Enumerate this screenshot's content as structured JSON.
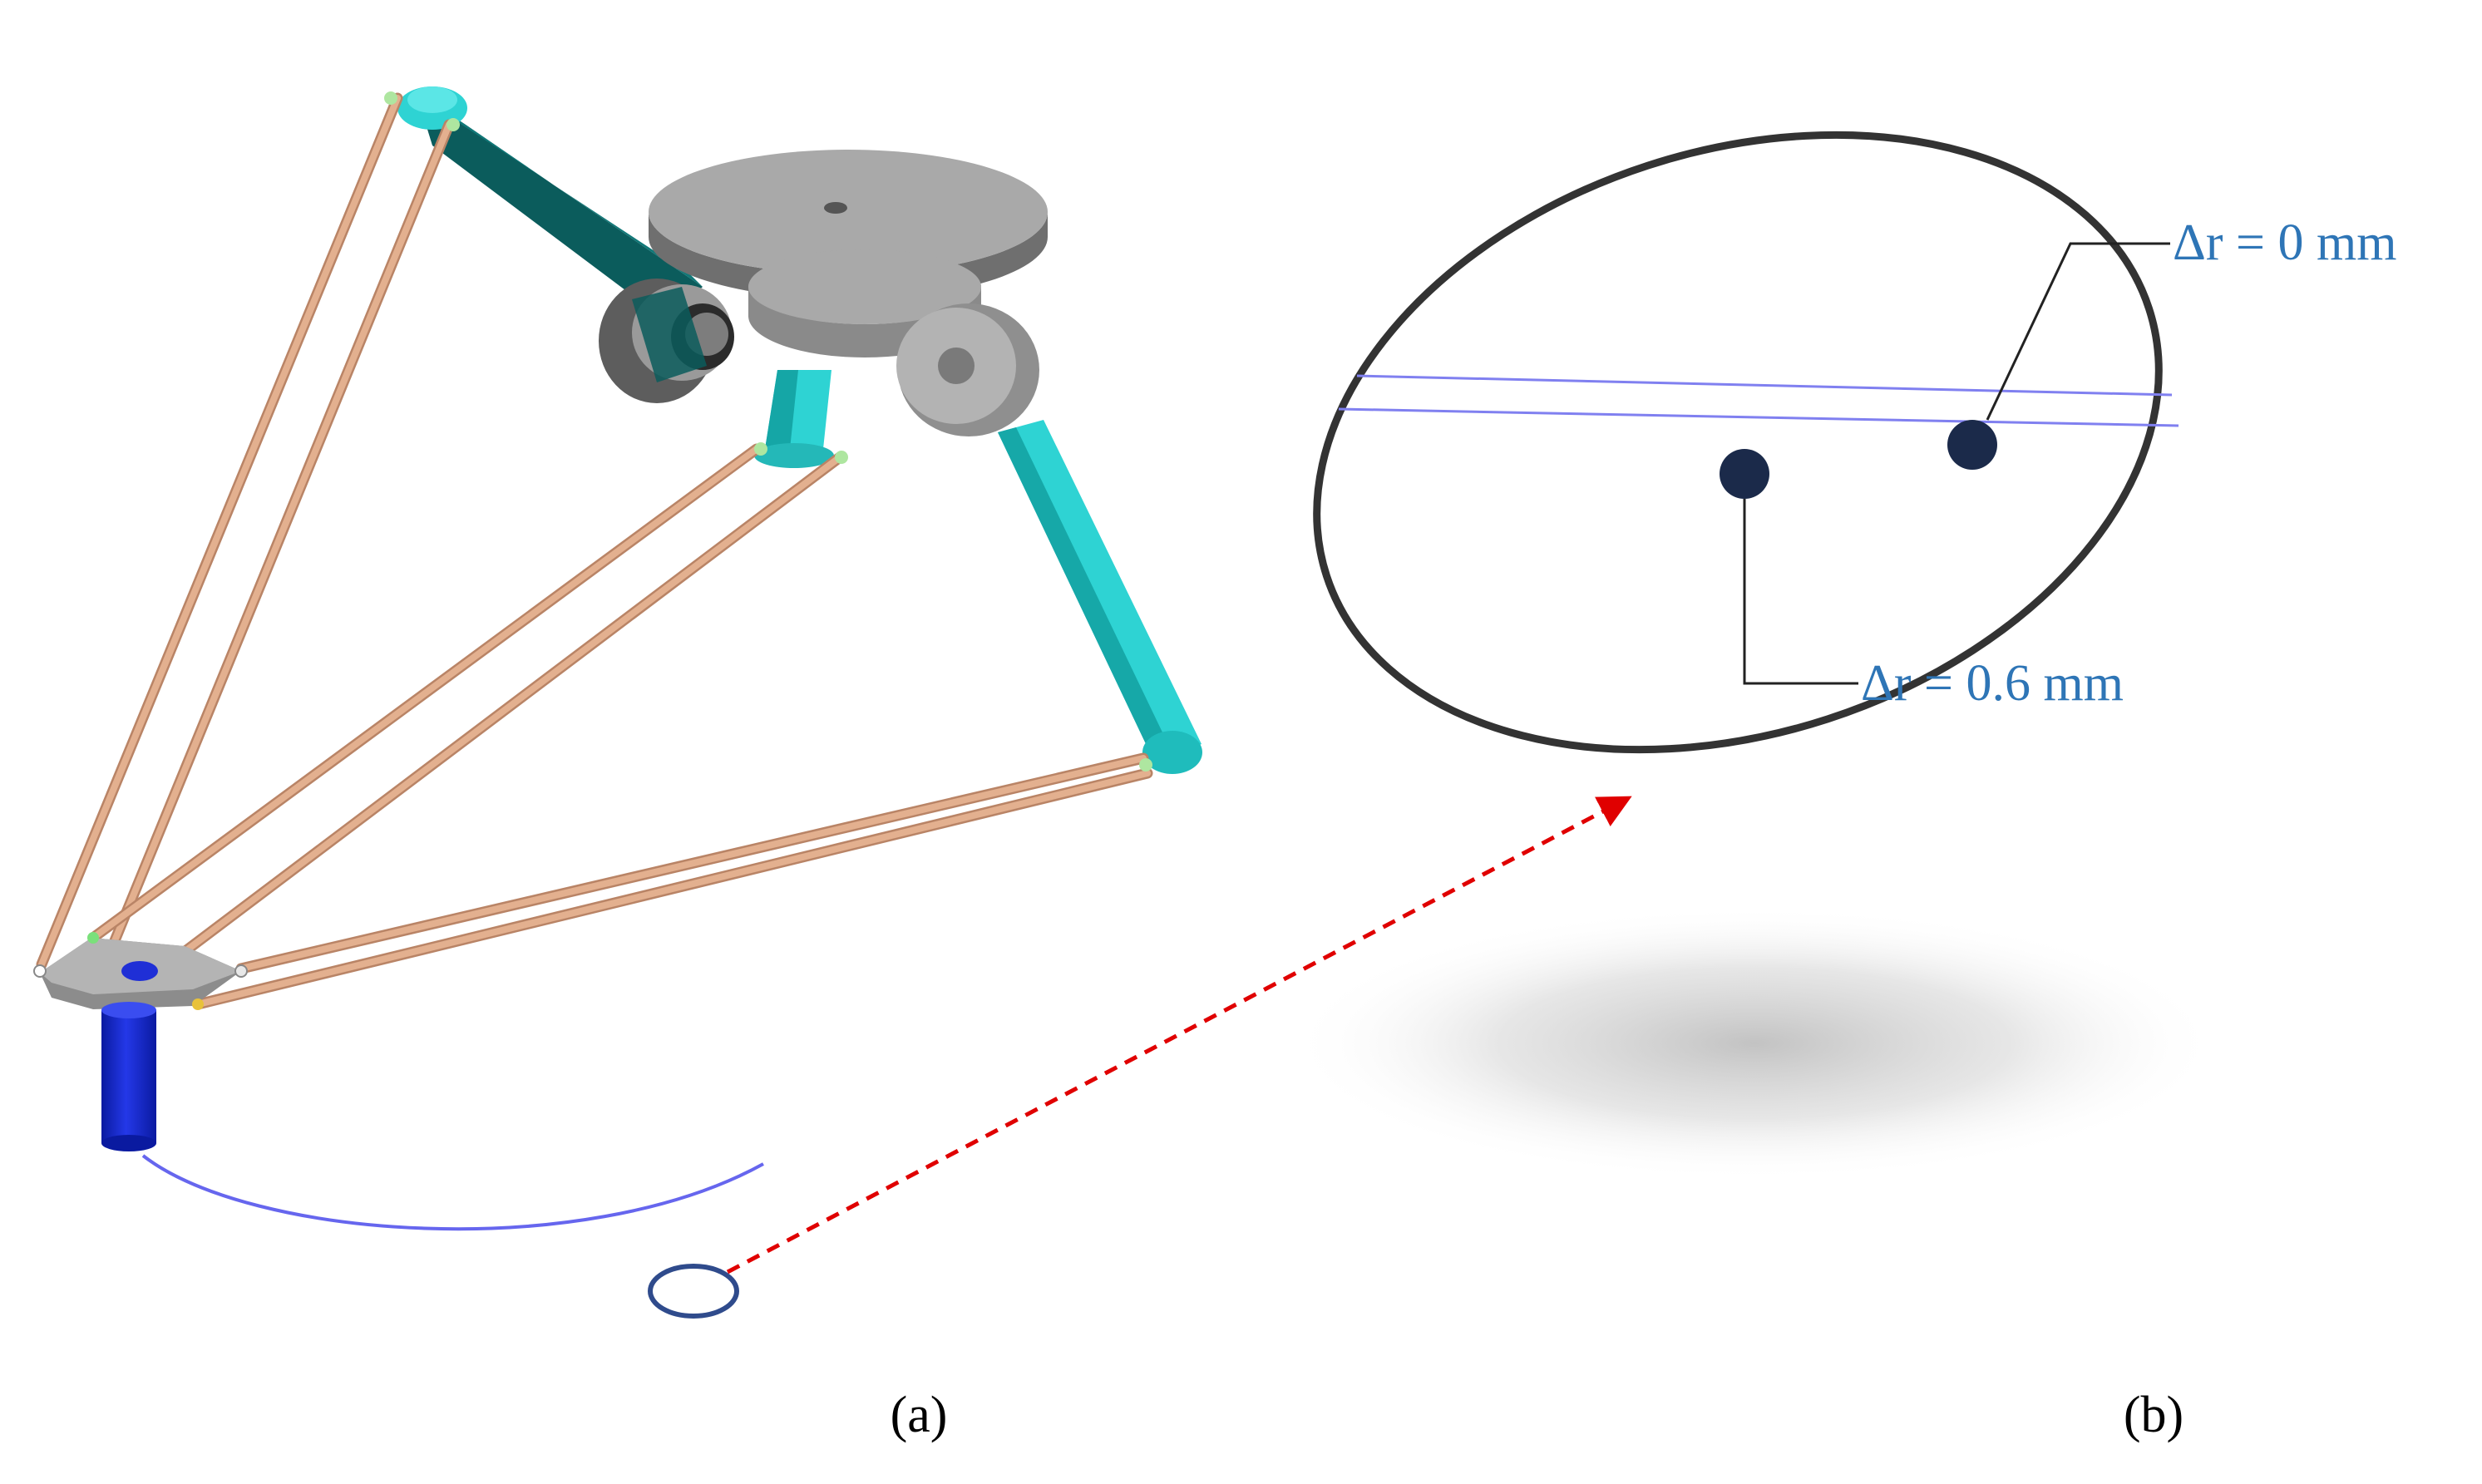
{
  "panels": {
    "a": {
      "label": "(a)"
    },
    "b": {
      "label": "(b)",
      "annotations": [
        {
          "label": "Δr = 0 mm",
          "marker_color": "#1b2a4a"
        },
        {
          "label": "Δr = 0.6 mm",
          "marker_color": "#1b2a4a"
        }
      ]
    }
  },
  "colors": {
    "rod": "#e3b08f",
    "rod_shadow": "#b98466",
    "arm_dark": "#0b5c5c",
    "arm_light": "#2ed3d3",
    "plate": "#a9a9a9",
    "plate_dark": "#6f6f6f",
    "effector_post": "#1f2fd6",
    "trajectory": "#6666ee",
    "detail_circle": "#333333",
    "connector_arrow": "#e00000",
    "annotation_text": "#2e75b6",
    "small_ring": "#2f4b8c"
  }
}
